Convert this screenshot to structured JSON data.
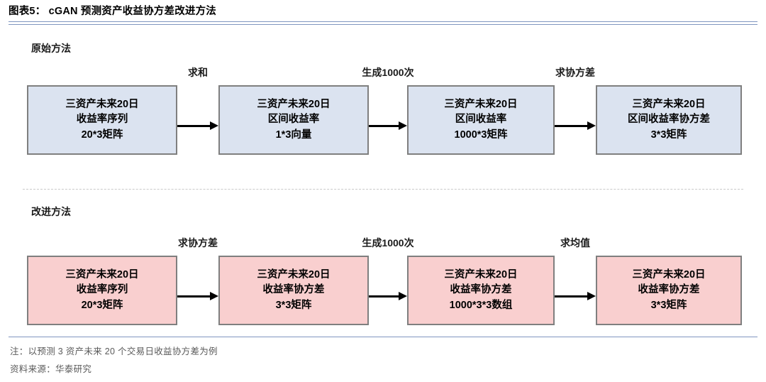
{
  "header": {
    "exhibit_label": "图表5：",
    "title": "cGAN 预测资产收益协方差改进方法",
    "full_title": "图表5：  cGAN 预测资产收益协方差改进方法",
    "rule_color": "#8096c0"
  },
  "sections": {
    "original": {
      "label": "原始方法",
      "box_fill": "#dbe3f0",
      "box_border": "#7f7f7f",
      "boxes": [
        {
          "line1": "三资产未来20日",
          "line2": "收益率序列",
          "line3": "20*3矩阵"
        },
        {
          "line1": "三资产未来20日",
          "line2": "区间收益率",
          "line3": "1*3向量"
        },
        {
          "line1": "三资产未来20日",
          "line2": "区间收益率",
          "line3": "1000*3矩阵"
        },
        {
          "line1": "三资产未来20日",
          "line2": "区间收益率协方差",
          "line3": "3*3矩阵"
        }
      ],
      "arrow_labels": [
        "求和",
        "生成1000次",
        "求协方差"
      ]
    },
    "improved": {
      "label": "改进方法",
      "box_fill": "#f9cfcf",
      "box_border": "#7f7f7f",
      "boxes": [
        {
          "line1": "三资产未来20日",
          "line2": "收益率序列",
          "line3": "20*3矩阵"
        },
        {
          "line1": "三资产未来20日",
          "line2": "收益率协方差",
          "line3": "3*3矩阵"
        },
        {
          "line1": "三资产未来20日",
          "line2": "收益率协方差",
          "line3": "1000*3*3数组"
        },
        {
          "line1": "三资产未来20日",
          "line2": "收益率协方差",
          "line3": "3*3矩阵"
        }
      ],
      "arrow_labels": [
        "求协方差",
        "生成1000次",
        "求均值"
      ]
    }
  },
  "footer": {
    "note": "注：以预测 3 资产未来 20 个交易日收益协方差为例",
    "source": "资料来源：华泰研究"
  }
}
